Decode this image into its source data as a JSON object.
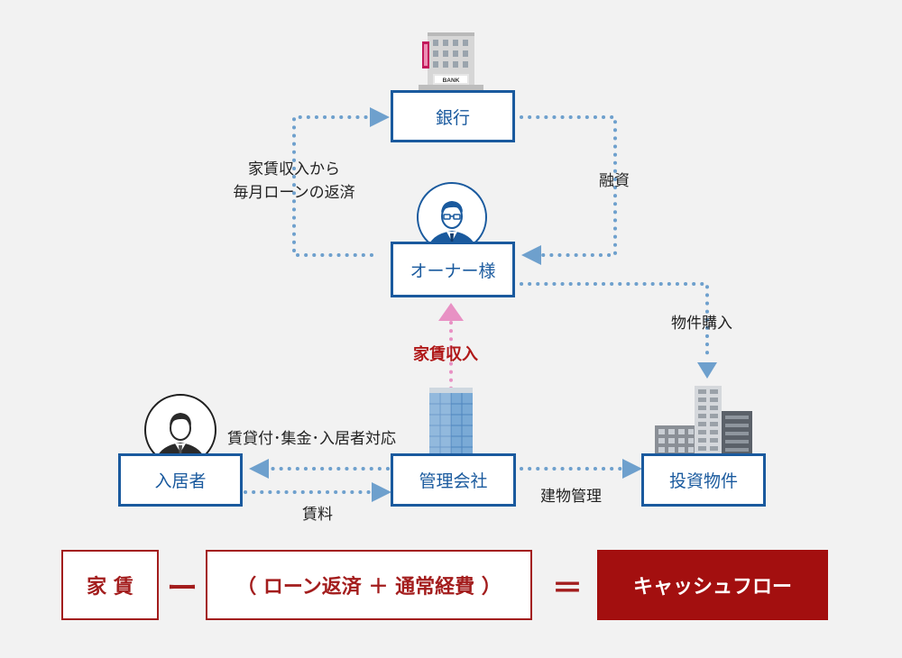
{
  "nodes": {
    "bank": "銀行",
    "owner": "オーナー様",
    "tenant": "入居者",
    "management": "管理会社",
    "property": "投資物件"
  },
  "labels": {
    "repayment_line1": "家賃収入から",
    "repayment_line2": "毎月ローンの返済",
    "financing": "融資",
    "rental_income": "家賃収入",
    "purchase": "物件購入",
    "tenant_services": "賃貸付･集金･入居者対応",
    "rent": "賃料",
    "building_management": "建物管理"
  },
  "bank_sign": "BANK",
  "formula": {
    "rent": "家 賃",
    "minus": "ー",
    "expenses": "（ ローン返済 ＋ 通常経費 ）",
    "equals": "＝",
    "result": "キャッシュフロー"
  },
  "colors": {
    "node_border": "#1a5a9e",
    "dotted_flow": "#6ea0cd",
    "rental_flow": "#e891c4",
    "formula_accent": "#a31d1d",
    "result_fill": "#a30f0f",
    "background": "#f2f2f2"
  }
}
